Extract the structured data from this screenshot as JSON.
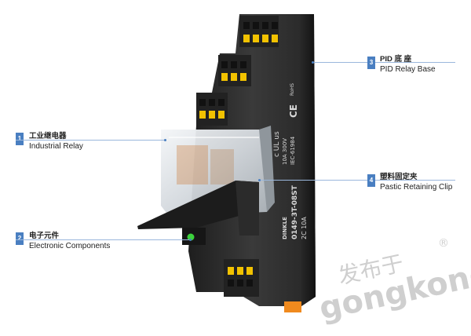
{
  "callouts": [
    {
      "number": "1",
      "cn": "工业继电器",
      "en": "Industrial Relay"
    },
    {
      "number": "2",
      "cn": "电子元件",
      "en": "Electronic Components"
    },
    {
      "number": "3",
      "cn": "PID 底 座",
      "en": "PID Relay Base"
    },
    {
      "number": "4",
      "cn": "塑料固定夹",
      "en": "Pastic Retaining Clip"
    }
  ],
  "product": {
    "cert_text": "c UL us",
    "ce_mark": "CE",
    "rohs_label": "RoHS",
    "rating_line1": "10A 300V",
    "rating_line2": "IEC-61984",
    "brand": "DINKLE",
    "model": "0149-3T-08ST",
    "spec": "2C 10A"
  },
  "watermark": {
    "line1": "发布于",
    "line2": "gongkong",
    "registered": "®"
  },
  "colors": {
    "accent": "#4a7fc1",
    "housing": "#2b2b2b",
    "terminal": "#f2c200",
    "led": "#3cd23c"
  }
}
